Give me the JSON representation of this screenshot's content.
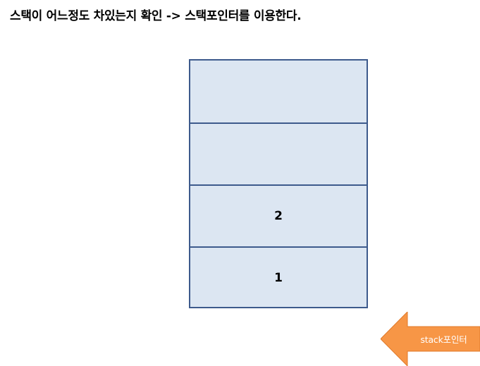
{
  "heading": "스택이 어느정도 차있는지 확인 -> 스택포인터를 이용한다.",
  "stack": {
    "cells": [
      "",
      "",
      "2",
      "1"
    ]
  },
  "pointer": {
    "label": "stack포인터"
  },
  "colors": {
    "cell_fill": "#dce6f2",
    "cell_border": "#3d5a8c",
    "arrow_fill": "#f79646"
  }
}
